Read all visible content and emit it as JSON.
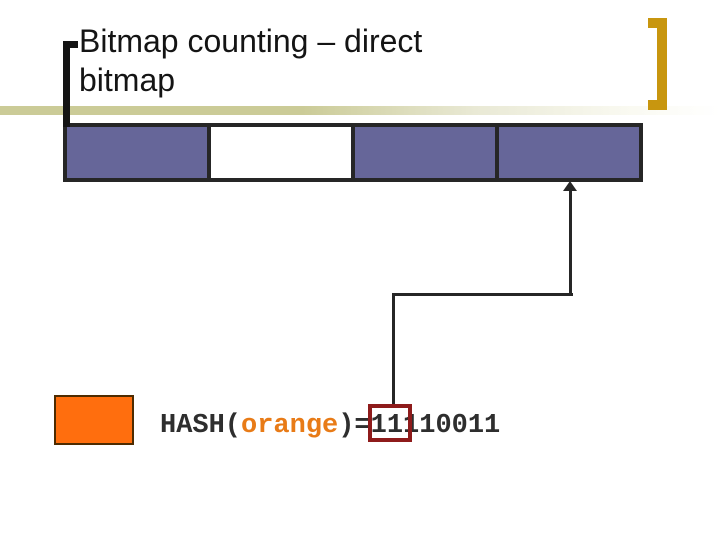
{
  "slide": {
    "title": {
      "line1": "Bitmap counting – direct",
      "line2": "bitmap"
    }
  },
  "bitmap_bar": {
    "bits": [
      "1",
      "0",
      "1",
      "1"
    ],
    "filled_color": "#666699",
    "empty_color": "#ffffff",
    "border_color": "#262626",
    "pointed_cell_index": 3
  },
  "hash_label": {
    "prefix": "HASH(",
    "argument": "orange",
    "suffix": ")=",
    "boxed_bits": "11",
    "remaining_bits": "110011",
    "full_value": "11110011"
  },
  "legend": {
    "swatch_color": "#ff6e0e"
  },
  "colors": {
    "title_text": "#141414",
    "tan_rule": "#cbcb97",
    "gold_bracket": "#c8960f",
    "connector": "#262626",
    "bit_box_border": "#8e1b1b",
    "hash_text": "#2e2e2e",
    "orange_text": "#e87b17"
  }
}
